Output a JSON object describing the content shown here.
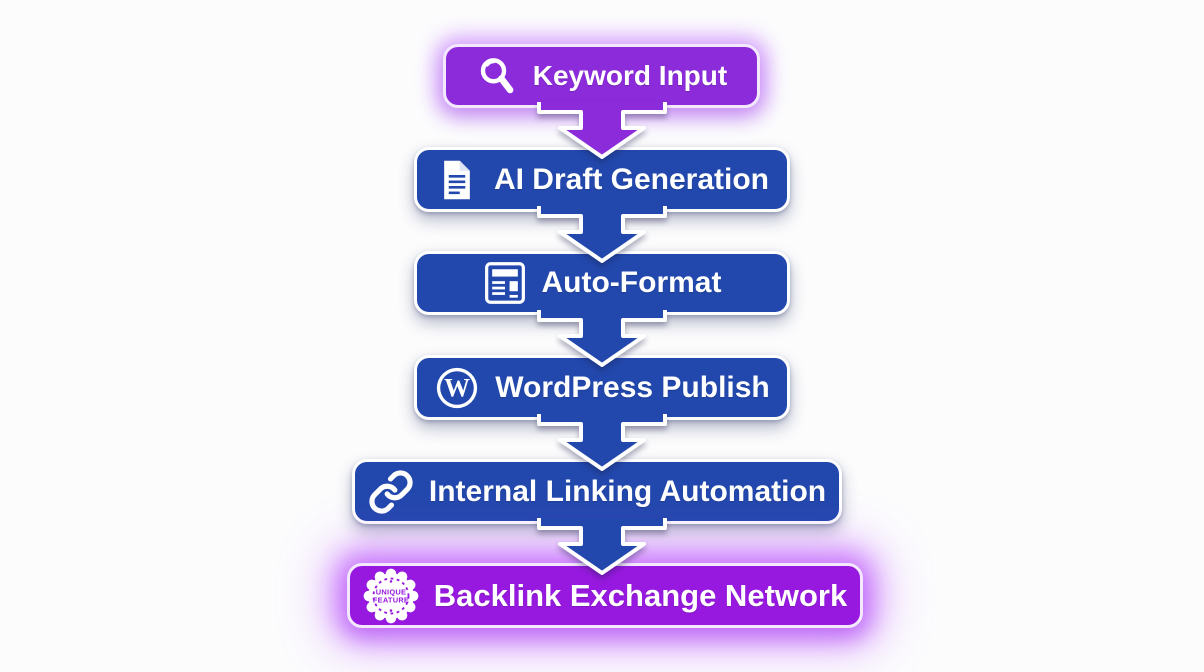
{
  "diagram": {
    "type": "vertical-flowchart",
    "direction": "top-to-bottom"
  },
  "steps": [
    {
      "label": "Keyword Input",
      "icon": "search-icon",
      "fill": "#8B2BD9",
      "variant": "purple"
    },
    {
      "label": "AI Draft Generation",
      "icon": "document-icon",
      "fill": "#2248AD",
      "variant": "blue"
    },
    {
      "label": "Auto-Format",
      "icon": "layout-icon",
      "fill": "#2248AD",
      "variant": "blue"
    },
    {
      "label": "WordPress Publish",
      "icon": "wordpress-icon",
      "fill": "#2248AD",
      "variant": "blue"
    },
    {
      "label": "Internal Linking Automation",
      "icon": "link-icon",
      "fill": "#2248AD",
      "variant": "blue"
    },
    {
      "label": "Backlink Exchange Network",
      "icon": "unique-feature-badge-icon",
      "fill": "#9719DF",
      "variant": "purple",
      "badge": {
        "line1": "UNIQUE",
        "line2": "FEATURE"
      }
    }
  ],
  "arrows": [
    {
      "from": "Keyword Input",
      "to": "AI Draft Generation",
      "color": "#8B2BD9",
      "direction": "down"
    },
    {
      "from": "AI Draft Generation",
      "to": "Auto-Format",
      "color": "#2248AD",
      "direction": "down"
    },
    {
      "from": "Auto-Format",
      "to": "WordPress Publish",
      "color": "#2248AD",
      "direction": "down"
    },
    {
      "from": "WordPress Publish",
      "to": "Internal Linking Automation",
      "color": "#2248AD",
      "direction": "down"
    },
    {
      "from": "Internal Linking Automation",
      "to": "Backlink Exchange Network",
      "color": "#2248AD",
      "direction": "down"
    }
  ],
  "colors": {
    "box_blue": "#2248AD",
    "box_purple": "#8B2BD9",
    "box_purple_bright": "#9719DF",
    "outline": "#FFFFFF",
    "purple_glow": "#B24BFF",
    "text": "#FFFFFF",
    "background": "#FCFCFD"
  }
}
